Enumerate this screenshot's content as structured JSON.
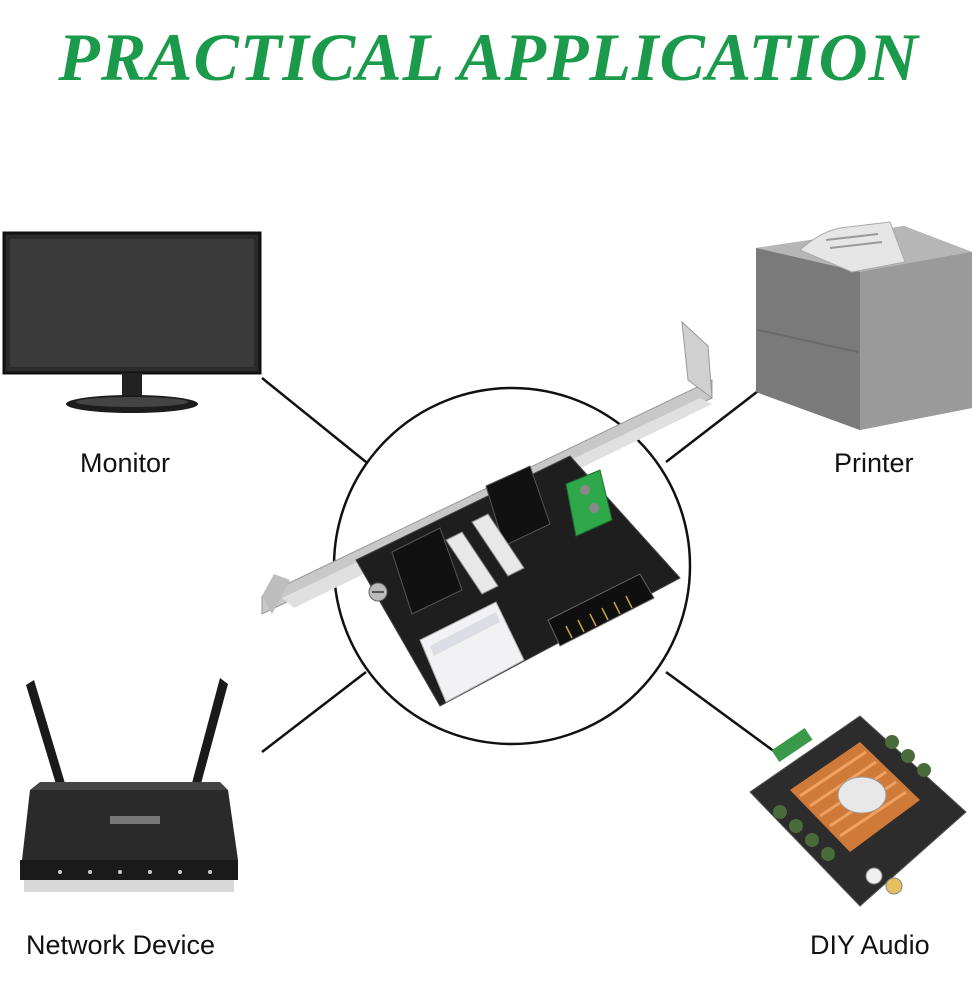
{
  "title": "PRACTICAL APPLICATION",
  "devices": {
    "monitor": "Monitor",
    "printer": "Printer",
    "network": "Network Device",
    "audio": "DIY Audio"
  },
  "colors": {
    "title": "#1a9a4a",
    "terminal_block": "#2fa84a"
  },
  "icons": [
    "monitor-icon",
    "printer-icon",
    "router-icon",
    "audio-board-icon",
    "power-card-icon"
  ]
}
